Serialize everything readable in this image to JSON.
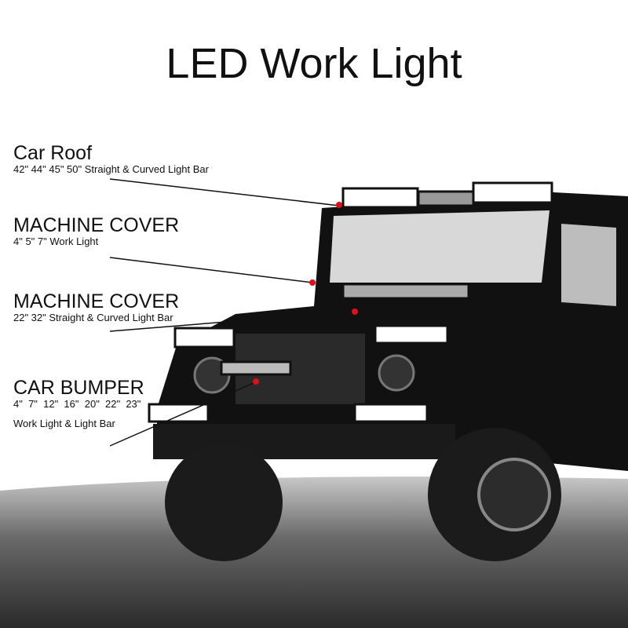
{
  "title": "LED Work Light",
  "callouts": [
    {
      "heading": "Car Roof",
      "detail": "42\" 44\" 45\" 50\" Straight & Curved Light Bar"
    },
    {
      "heading": "MACHINE COVER",
      "detail": "4\" 5\" 7\" Work Light"
    },
    {
      "heading": "MACHINE COVER",
      "detail": "22\" 32\" Straight & Curved Light Bar"
    },
    {
      "heading": "CAR BUMPER",
      "detail": "4\"  7\"  12\"  16\"  20\"  22\"  23\"",
      "detail2": "Work Light & Light Bar"
    }
  ],
  "colors": {
    "marker": "#e0101a",
    "vehicle": "#111111",
    "text": "#111111"
  }
}
